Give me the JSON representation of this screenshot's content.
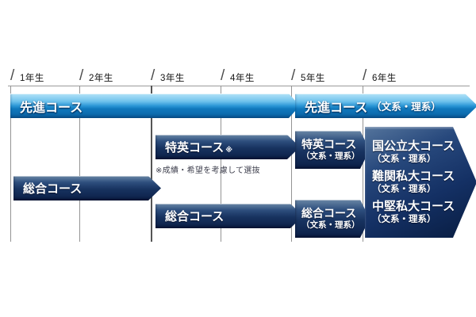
{
  "diagram": {
    "years": [
      "1年生",
      "2年生",
      "3年生",
      "4年生",
      "5年生",
      "6年生"
    ],
    "selection_note": "※成績・希望を考慮して選抜",
    "note_mark": "※",
    "rows": {
      "advanced_main": "先進コース",
      "advanced_final": {
        "label": "先進コース",
        "sub": "（文系・理系）"
      },
      "tokuei_mid": "特英コース",
      "sogo_early": "総合コース",
      "sogo_mid": "総合コース",
      "tokuei_final": {
        "label": "特英コース",
        "sub": "（文系・理系）"
      },
      "sogo_final": {
        "label": "総合コース",
        "sub": "（文系・理系）"
      },
      "final_courses": [
        {
          "label": "国公立大コース",
          "sub": "（文系・理系）"
        },
        {
          "label": "難関私大コース",
          "sub": "（文系・理系）"
        },
        {
          "label": "中堅私大コース",
          "sub": "（文系・理系）"
        }
      ]
    },
    "colors": {
      "light_blue_top": "#b5e4f8",
      "light_blue_bottom": "#0a61a3",
      "navy_top": "#6a87a6",
      "navy_bottom": "#0b1f47",
      "axis_gray": "#9a9a9a",
      "note_text": "#3d3e4c"
    }
  }
}
